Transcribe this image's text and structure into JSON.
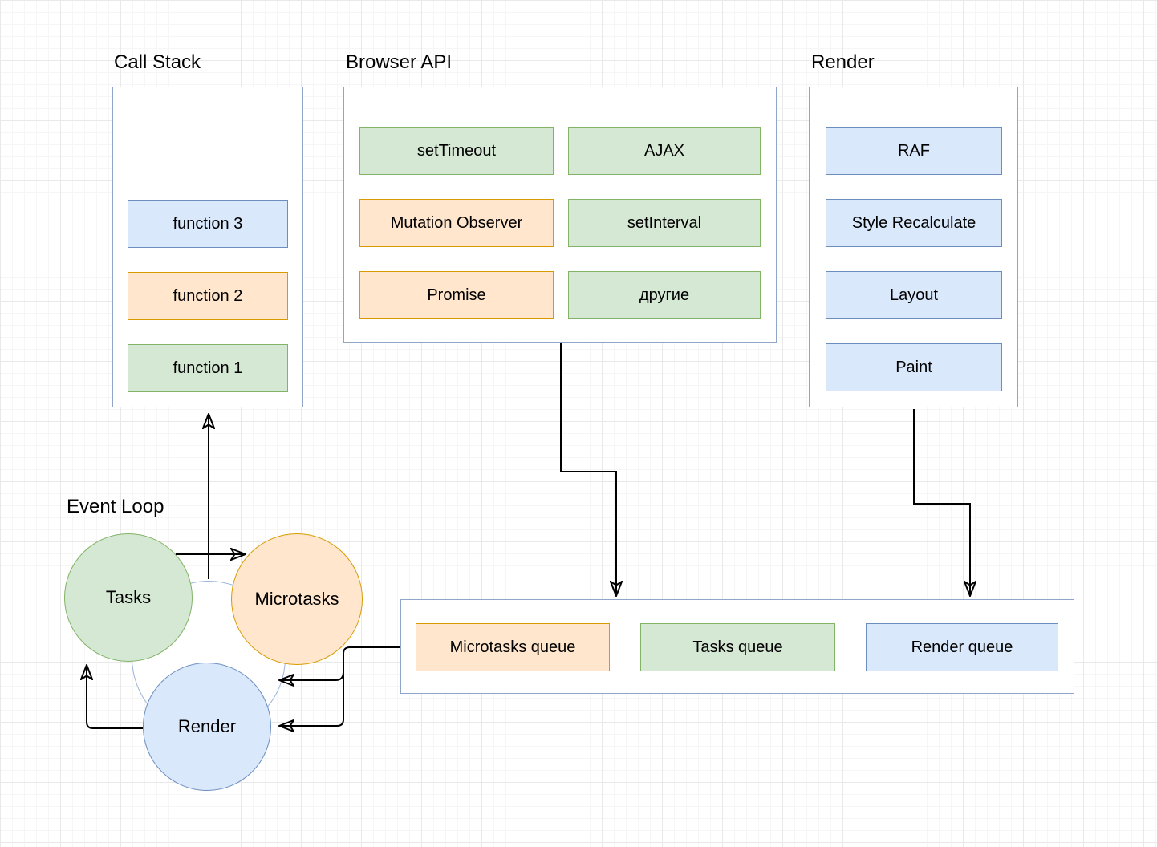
{
  "titles": {
    "call_stack": "Call Stack",
    "browser_api": "Browser API",
    "render": "Render",
    "event_loop": "Event Loop"
  },
  "call_stack": {
    "items": [
      {
        "label": "function 3",
        "color": "blue"
      },
      {
        "label": "function 2",
        "color": "orange"
      },
      {
        "label": "function 1",
        "color": "green"
      }
    ]
  },
  "browser_api": {
    "items": [
      {
        "label": "setTimeout",
        "color": "green"
      },
      {
        "label": "AJAX",
        "color": "green"
      },
      {
        "label": "Mutation Observer",
        "color": "orange"
      },
      {
        "label": "setInterval",
        "color": "green"
      },
      {
        "label": "Promise",
        "color": "orange"
      },
      {
        "label": "другие",
        "color": "green"
      }
    ]
  },
  "render_pipeline": {
    "items": [
      {
        "label": "RAF",
        "color": "blue"
      },
      {
        "label": "Style Recalculate",
        "color": "blue"
      },
      {
        "label": "Layout",
        "color": "blue"
      },
      {
        "label": "Paint",
        "color": "blue"
      }
    ]
  },
  "event_loop": {
    "circles": [
      {
        "label": "Tasks",
        "color": "green"
      },
      {
        "label": "Microtasks",
        "color": "orange"
      },
      {
        "label": "Render",
        "color": "blue"
      }
    ]
  },
  "queues": {
    "items": [
      {
        "label": "Microtasks queue",
        "color": "orange"
      },
      {
        "label": "Tasks queue",
        "color": "green"
      },
      {
        "label": "Render queue",
        "color": "blue"
      }
    ]
  },
  "colors": {
    "green_fill": "#d5e8d4",
    "green_stroke": "#82b366",
    "orange_fill": "#ffe6cc",
    "orange_stroke": "#d79b00",
    "blue_fill": "#dae8fc",
    "blue_stroke": "#6c8ebf",
    "container_stroke": "#8fa6c8",
    "arrow": "#000000",
    "text": "#000000"
  }
}
